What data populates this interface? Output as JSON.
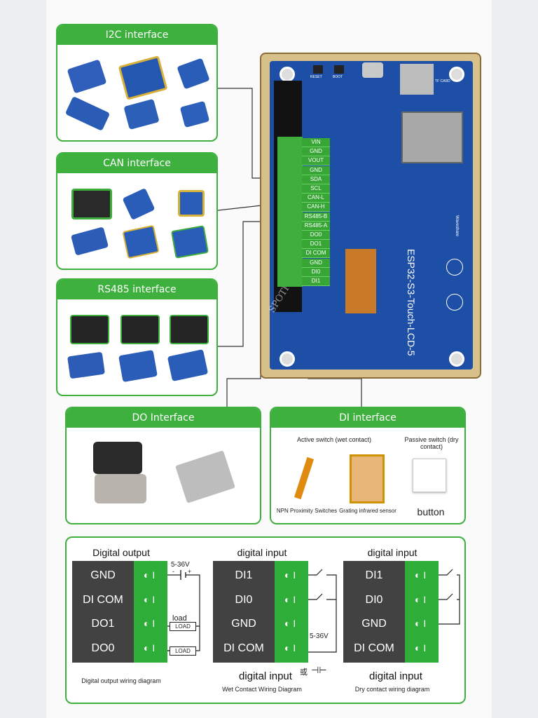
{
  "cards": {
    "i2c": {
      "title": "I2C interface"
    },
    "can": {
      "title": "CAN interface"
    },
    "rs485": {
      "title": "RS485 interface"
    },
    "do": {
      "title": "DO Interface"
    },
    "di": {
      "title": "DI interface",
      "active_label": "Active switch (wet contact)",
      "passive_label": "Passive switch (dry contact)",
      "npn_label": "NPN Proximity Switches",
      "grating_label": "Grating infrared sensor",
      "button_label": "button"
    }
  },
  "board": {
    "name": "ESP32-S3-Touch-LCD-5",
    "brand": "Waveshare",
    "reset_label": "RESET",
    "boot_label": "BOOT",
    "tf_label": "TF CARD",
    "watermark": "SPOTPEAR",
    "pins": [
      "VIN",
      "GND",
      "VOUT",
      "GND",
      "SDA",
      "SCL",
      "CAN-L",
      "CAN-H",
      "RS485-B",
      "RS485-A",
      "DO0",
      "DO1",
      "DI COM",
      "GND",
      "DI0",
      "DI1"
    ]
  },
  "wiring": {
    "digital_output": {
      "title": "Digital output",
      "rows": [
        "GND",
        "DI COM",
        "DO1",
        "DO0"
      ],
      "voltage": "5-36V",
      "minus": "-",
      "plus": "+",
      "load_text": "load",
      "load_box": "LOAD",
      "caption": "Digital output wiring diagram"
    },
    "wet": {
      "title": "digital input",
      "rows": [
        "DI1",
        "DI0",
        "GND",
        "DI COM"
      ],
      "voltage": "5-36V",
      "or_text": "或",
      "subtitle": "digital input",
      "caption": "Wet Contact Wiring Diagram"
    },
    "dry": {
      "title": "digital input",
      "rows": [
        "DI1",
        "DI0",
        "GND",
        "DI COM"
      ],
      "subtitle": "digital input",
      "caption": "Dry contact wiring diagram"
    },
    "terminal_glyph": "◐ I"
  },
  "colors": {
    "accent": "#3db03d",
    "pcb": "#1e4fa6",
    "block": "#424242"
  }
}
